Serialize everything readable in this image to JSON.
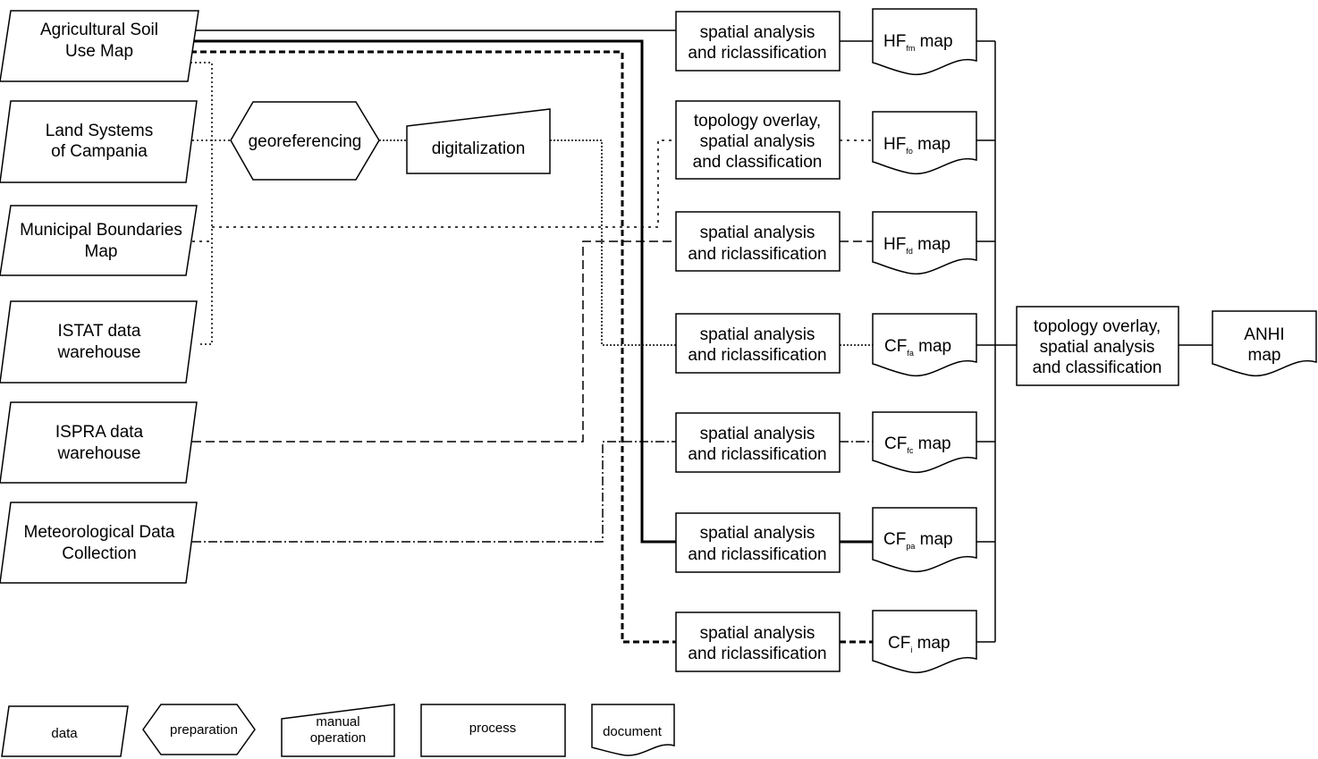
{
  "data_sources": [
    {
      "id": "ag",
      "lines": [
        "Agricultural Soil",
        "Use Map"
      ]
    },
    {
      "id": "ls",
      "lines": [
        "Land Systems",
        "of Campania"
      ]
    },
    {
      "id": "mb",
      "lines": [
        "Municipal Boundaries",
        "Map"
      ]
    },
    {
      "id": "istat",
      "lines": [
        "ISTAT data",
        "warehouse"
      ]
    },
    {
      "id": "ispra",
      "lines": [
        "ISPRA data",
        "warehouse"
      ]
    },
    {
      "id": "met",
      "lines": [
        "Meteorological Data",
        "Collection"
      ]
    }
  ],
  "preparation": {
    "label": "georeferencing"
  },
  "manual_operation": {
    "label": "digitalization"
  },
  "processes": [
    {
      "lines": [
        "spatial analysis",
        "and riclassification"
      ]
    },
    {
      "lines": [
        "topology overlay,",
        "spatial analysis",
        "and classification"
      ]
    },
    {
      "lines": [
        "spatial analysis",
        "and riclassification"
      ]
    },
    {
      "lines": [
        "spatial analysis",
        "and riclassification"
      ]
    },
    {
      "lines": [
        "spatial analysis",
        "and riclassification"
      ]
    },
    {
      "lines": [
        "spatial analysis",
        "and riclassification"
      ]
    },
    {
      "lines": [
        "spatial analysis",
        "and riclassification"
      ]
    }
  ],
  "maps": [
    {
      "base": "HF",
      "sub": "fm",
      "suffix": " map"
    },
    {
      "base": "HF",
      "sub": "fo",
      "suffix": " map"
    },
    {
      "base": "HF",
      "sub": "fd",
      "suffix": " map"
    },
    {
      "base": "CF",
      "sub": "fa",
      "suffix": " map"
    },
    {
      "base": "CF",
      "sub": "fc",
      "suffix": " map"
    },
    {
      "base": "CF",
      "sub": "pa",
      "suffix": " map"
    },
    {
      "base": "CF",
      "sub": "i",
      "suffix": " map"
    }
  ],
  "final_process": {
    "lines": [
      "topology overlay,",
      "spatial analysis",
      "and classification"
    ]
  },
  "final_map": {
    "lines": [
      "ANHI",
      "map"
    ]
  },
  "legend": {
    "data": "data",
    "preparation": "preparation",
    "manual_operation": [
      "manual",
      "operation"
    ],
    "process": "process",
    "document": "document"
  }
}
